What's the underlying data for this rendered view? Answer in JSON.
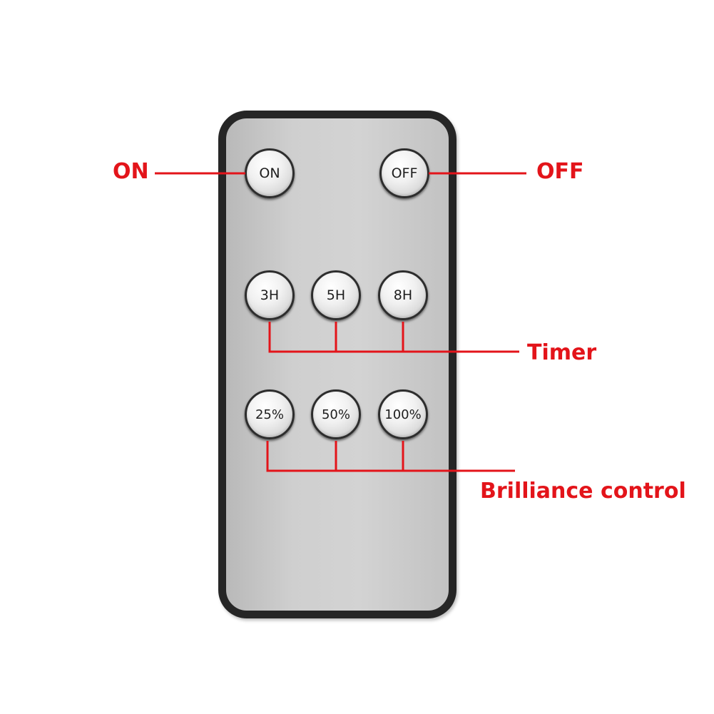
{
  "remote": {
    "buttons": {
      "on": "ON",
      "off": "OFF",
      "timer_3h": "3H",
      "timer_5h": "5H",
      "timer_8h": "8H",
      "brightness_25": "25%",
      "brightness_50": "50%",
      "brightness_100": "100%"
    }
  },
  "callouts": {
    "on": "ON",
    "off": "OFF",
    "timer": "Timer",
    "brilliance": "Brilliance control"
  },
  "colors": {
    "callout": "#e3141a",
    "remote_body": "#d0d0d0",
    "remote_frame": "#262626"
  }
}
